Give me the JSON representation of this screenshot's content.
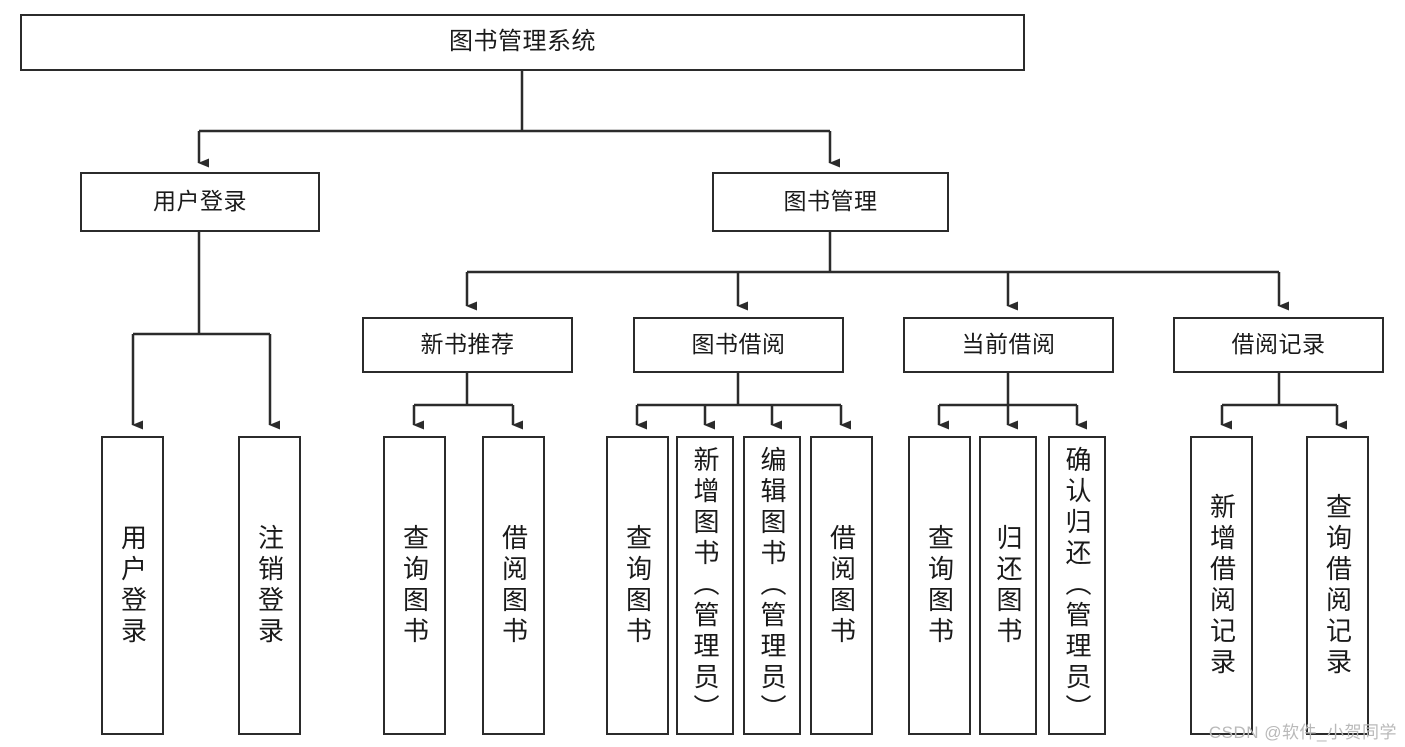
{
  "diagram": {
    "title": "图书管理系统",
    "type": "tree-hierarchy",
    "orientation": "top-down",
    "style": {
      "box_fill": "#ffffff",
      "box_stroke": "#2b2b2b",
      "edge_stroke": "#2b2b2b",
      "text_color": "#1a1a1a",
      "canvas_background": "#ffffff",
      "watermark_color": "#b9b9b9"
    },
    "watermark": "CSDN @软件_小贺同学",
    "levels": {
      "root": {
        "label": "图书管理系统"
      },
      "level2": [
        {
          "id": "user-login",
          "label": "用户登录"
        },
        {
          "id": "book-management",
          "label": "图书管理"
        }
      ],
      "level3": [
        {
          "id": "new-book-recommend",
          "label": "新书推荐",
          "parent": "book-management"
        },
        {
          "id": "book-borrow",
          "label": "图书借阅",
          "parent": "book-management"
        },
        {
          "id": "current-borrow",
          "label": "当前借阅",
          "parent": "book-management"
        },
        {
          "id": "borrow-record",
          "label": "借阅记录",
          "parent": "book-management"
        }
      ],
      "leaves": [
        {
          "id": "leaf-user-login",
          "label": "用户登录",
          "parent": "user-login"
        },
        {
          "id": "leaf-logout",
          "label": "注销登录",
          "parent": "user-login"
        },
        {
          "id": "leaf-query-book-1",
          "label": "查询图书",
          "parent": "new-book-recommend"
        },
        {
          "id": "leaf-borrow-book-1",
          "label": "借阅图书",
          "parent": "new-book-recommend"
        },
        {
          "id": "leaf-query-book-2",
          "label": "查询图书",
          "parent": "book-borrow"
        },
        {
          "id": "leaf-add-book",
          "label": "新增图书（管理员）",
          "parent": "book-borrow"
        },
        {
          "id": "leaf-edit-book",
          "label": "编辑图书（管理员）",
          "parent": "book-borrow"
        },
        {
          "id": "leaf-borrow-book-2",
          "label": "借阅图书",
          "parent": "book-borrow"
        },
        {
          "id": "leaf-query-book-3",
          "label": "查询图书",
          "parent": "current-borrow"
        },
        {
          "id": "leaf-return-book",
          "label": "归还图书",
          "parent": "current-borrow"
        },
        {
          "id": "leaf-confirm-return",
          "label": "确认归还（管理员）",
          "parent": "current-borrow"
        },
        {
          "id": "leaf-add-record",
          "label": "新增借阅记录",
          "parent": "borrow-record"
        },
        {
          "id": "leaf-query-record",
          "label": "查询借阅记录",
          "parent": "borrow-record"
        }
      ]
    }
  }
}
